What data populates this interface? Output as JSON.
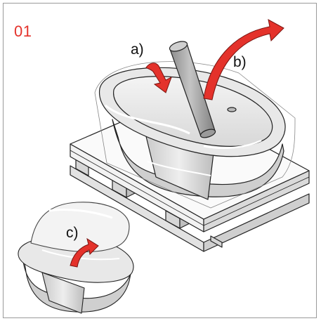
{
  "step_number": "01",
  "labels": {
    "a": "a)",
    "b": "b)",
    "c": "c)"
  },
  "colors": {
    "step_number": "#e4322b",
    "arrow_red": "#e4322b",
    "frame_border": "#9a9a9a",
    "pallet_fill": "#eeeeee",
    "tub_fill": "#dcdcdc",
    "pipe_fill": "#a9a9a9"
  },
  "icons": {
    "arrow_a": "red-insertion-arrow-icon",
    "arrow_b": "red-curved-removal-arrow-icon",
    "arrow_c": "red-curved-unwrap-arrow-icon"
  }
}
